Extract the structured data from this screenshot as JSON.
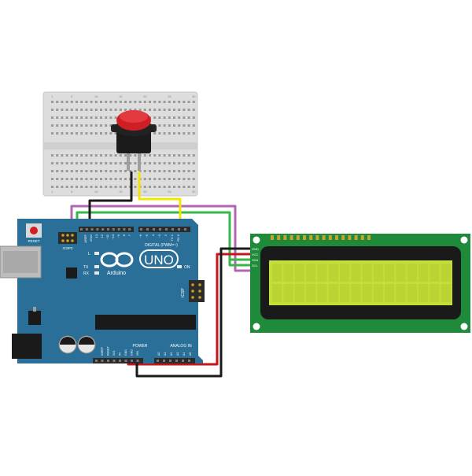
{
  "colors": {
    "board": "#2a6f98",
    "board_dark": "#1f5a7d",
    "breadboard": "#dcdcdc",
    "breadboard_hole": "#9a9a9a",
    "button_cap": "#d01f24",
    "button_body": "#1b1b1b",
    "lcd_pcb": "#1f8a3a",
    "lcd_frame": "#1a1a1a",
    "lcd_screen": "#c6df37",
    "wire_black": "#1a1a1a",
    "wire_red": "#c4161c",
    "wire_yellow": "#f2e500",
    "wire_green": "#39b54a",
    "wire_purple": "#b266b2",
    "header": "#2b2b2b"
  },
  "arduino": {
    "reset_label": "RESET",
    "icsp2_label": "ICSP2",
    "digital_label": "DIGITAL (PWM=~)",
    "led_l": "L",
    "led_tx": "TX",
    "led_rx": "RX",
    "brand": "Arduino",
    "model": "UNO",
    "on_label": "ON",
    "icsp_label": "ICSP",
    "power_label": "POWER",
    "analog_label": "ANALOG IN",
    "aref_label": "AREF",
    "gnd_label": "GND",
    "pin_labels_top": [
      "13",
      "12",
      "~11",
      "~10",
      "~9",
      "8",
      "7",
      "~6",
      "~5",
      "4",
      "~3",
      "2",
      "TX 1",
      "RX 0"
    ],
    "pin_labels_power": [
      "IOREF",
      "RESET",
      "3V3",
      "5V",
      "GND",
      "GND",
      "VIN"
    ],
    "pin_labels_analog": [
      "A0",
      "A1",
      "A2",
      "A3",
      "A4",
      "A5"
    ]
  },
  "breadboard": {
    "col_numbers_top": [
      "1",
      "5",
      "10",
      "15",
      "20",
      "25",
      "30"
    ],
    "col_numbers_bottom": [
      "1",
      "5",
      "10",
      "15",
      "20",
      "25",
      "30"
    ]
  },
  "lcd": {
    "pin_labels": [
      "GND",
      "VCC",
      "SDA",
      "SCL"
    ]
  }
}
